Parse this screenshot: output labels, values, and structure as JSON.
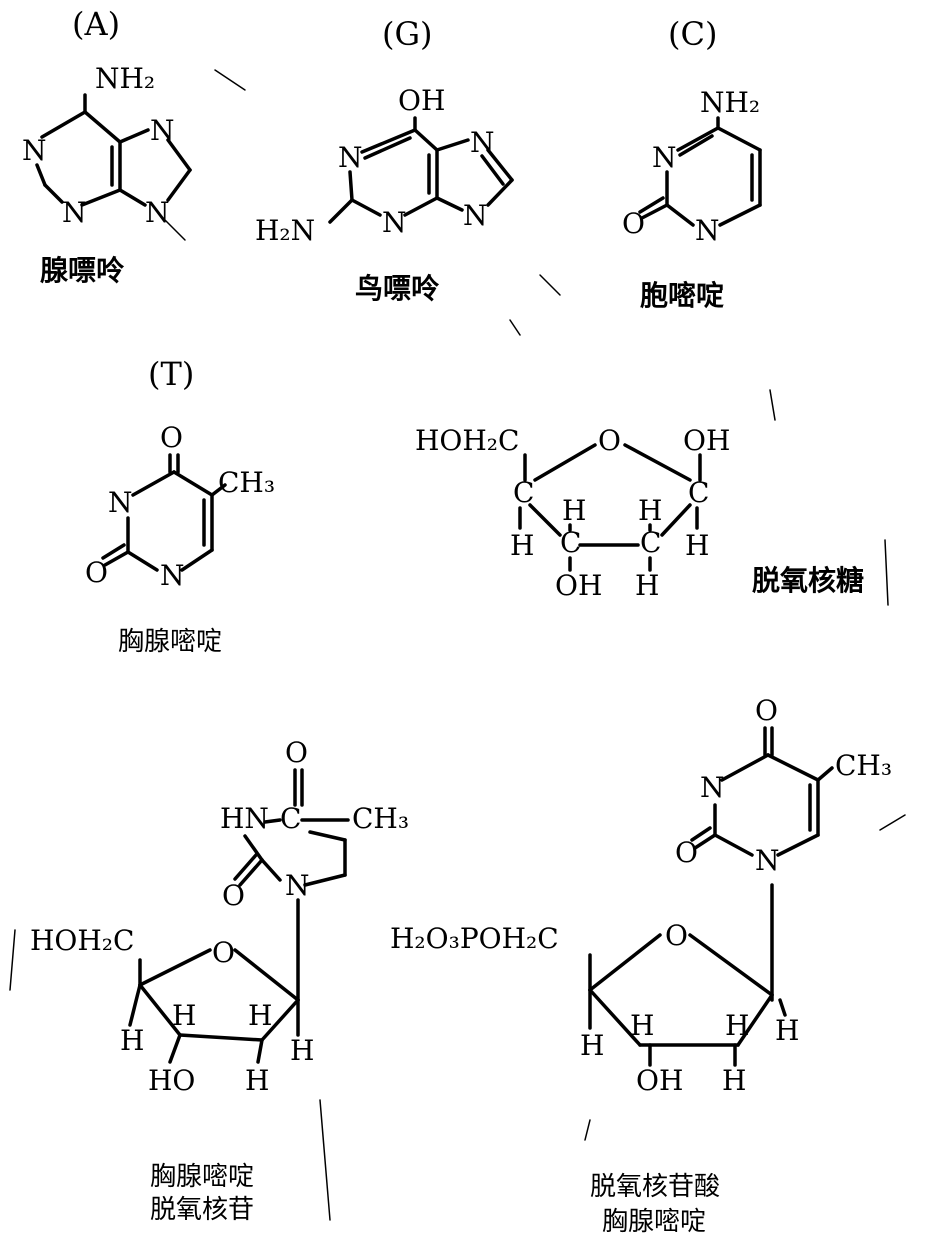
{
  "structures": {
    "adenine": {
      "letter": "(A)",
      "nh2": "NH₂",
      "n1": "N",
      "n3": "N",
      "n7": "N",
      "n9": "N",
      "name": "腺嘌呤"
    },
    "guanine": {
      "letter": "(G)",
      "oh": "OH",
      "n1": "N",
      "n3": "N",
      "n7": "N",
      "n9": "N",
      "h2n": "H₂N",
      "name": "鸟嘌呤"
    },
    "cytosine": {
      "letter": "(C)",
      "nh2": "NH₂",
      "n3": "N",
      "n1": "N",
      "o": "O",
      "name": "胞嘧啶"
    },
    "thymine": {
      "letter": "(T)",
      "o4": "O",
      "ch3": "CH₃",
      "n3": "N",
      "n1": "N",
      "o2": "O",
      "name": "胸腺嘧啶"
    },
    "deoxyribose": {
      "hoh2c": "HOH₂C",
      "o": "O",
      "oh": "OH",
      "c": "C",
      "h": "H",
      "oh3": "OH",
      "name": "脱氧核糖"
    },
    "thymidine": {
      "o": "O",
      "ch3": "CH₃",
      "hn": "HN",
      "c": "C",
      "o2": "O",
      "n": "N",
      "hoh2c": "HOH₂C",
      "ro": "O",
      "h": "H",
      "ho": "HO",
      "name_line1": "胸腺嘧啶",
      "name_line2": "脱氧核苷"
    },
    "tmp": {
      "o": "O",
      "ch3": "CH₃",
      "n3": "N",
      "o2": "O",
      "n1": "N",
      "h2o3poh2c": "H₂O₃POH₂C",
      "ro": "O",
      "h": "H",
      "oh": "OH",
      "name_line1": "脱氧核苷酸",
      "name_line2": "胸腺嘧啶"
    }
  }
}
